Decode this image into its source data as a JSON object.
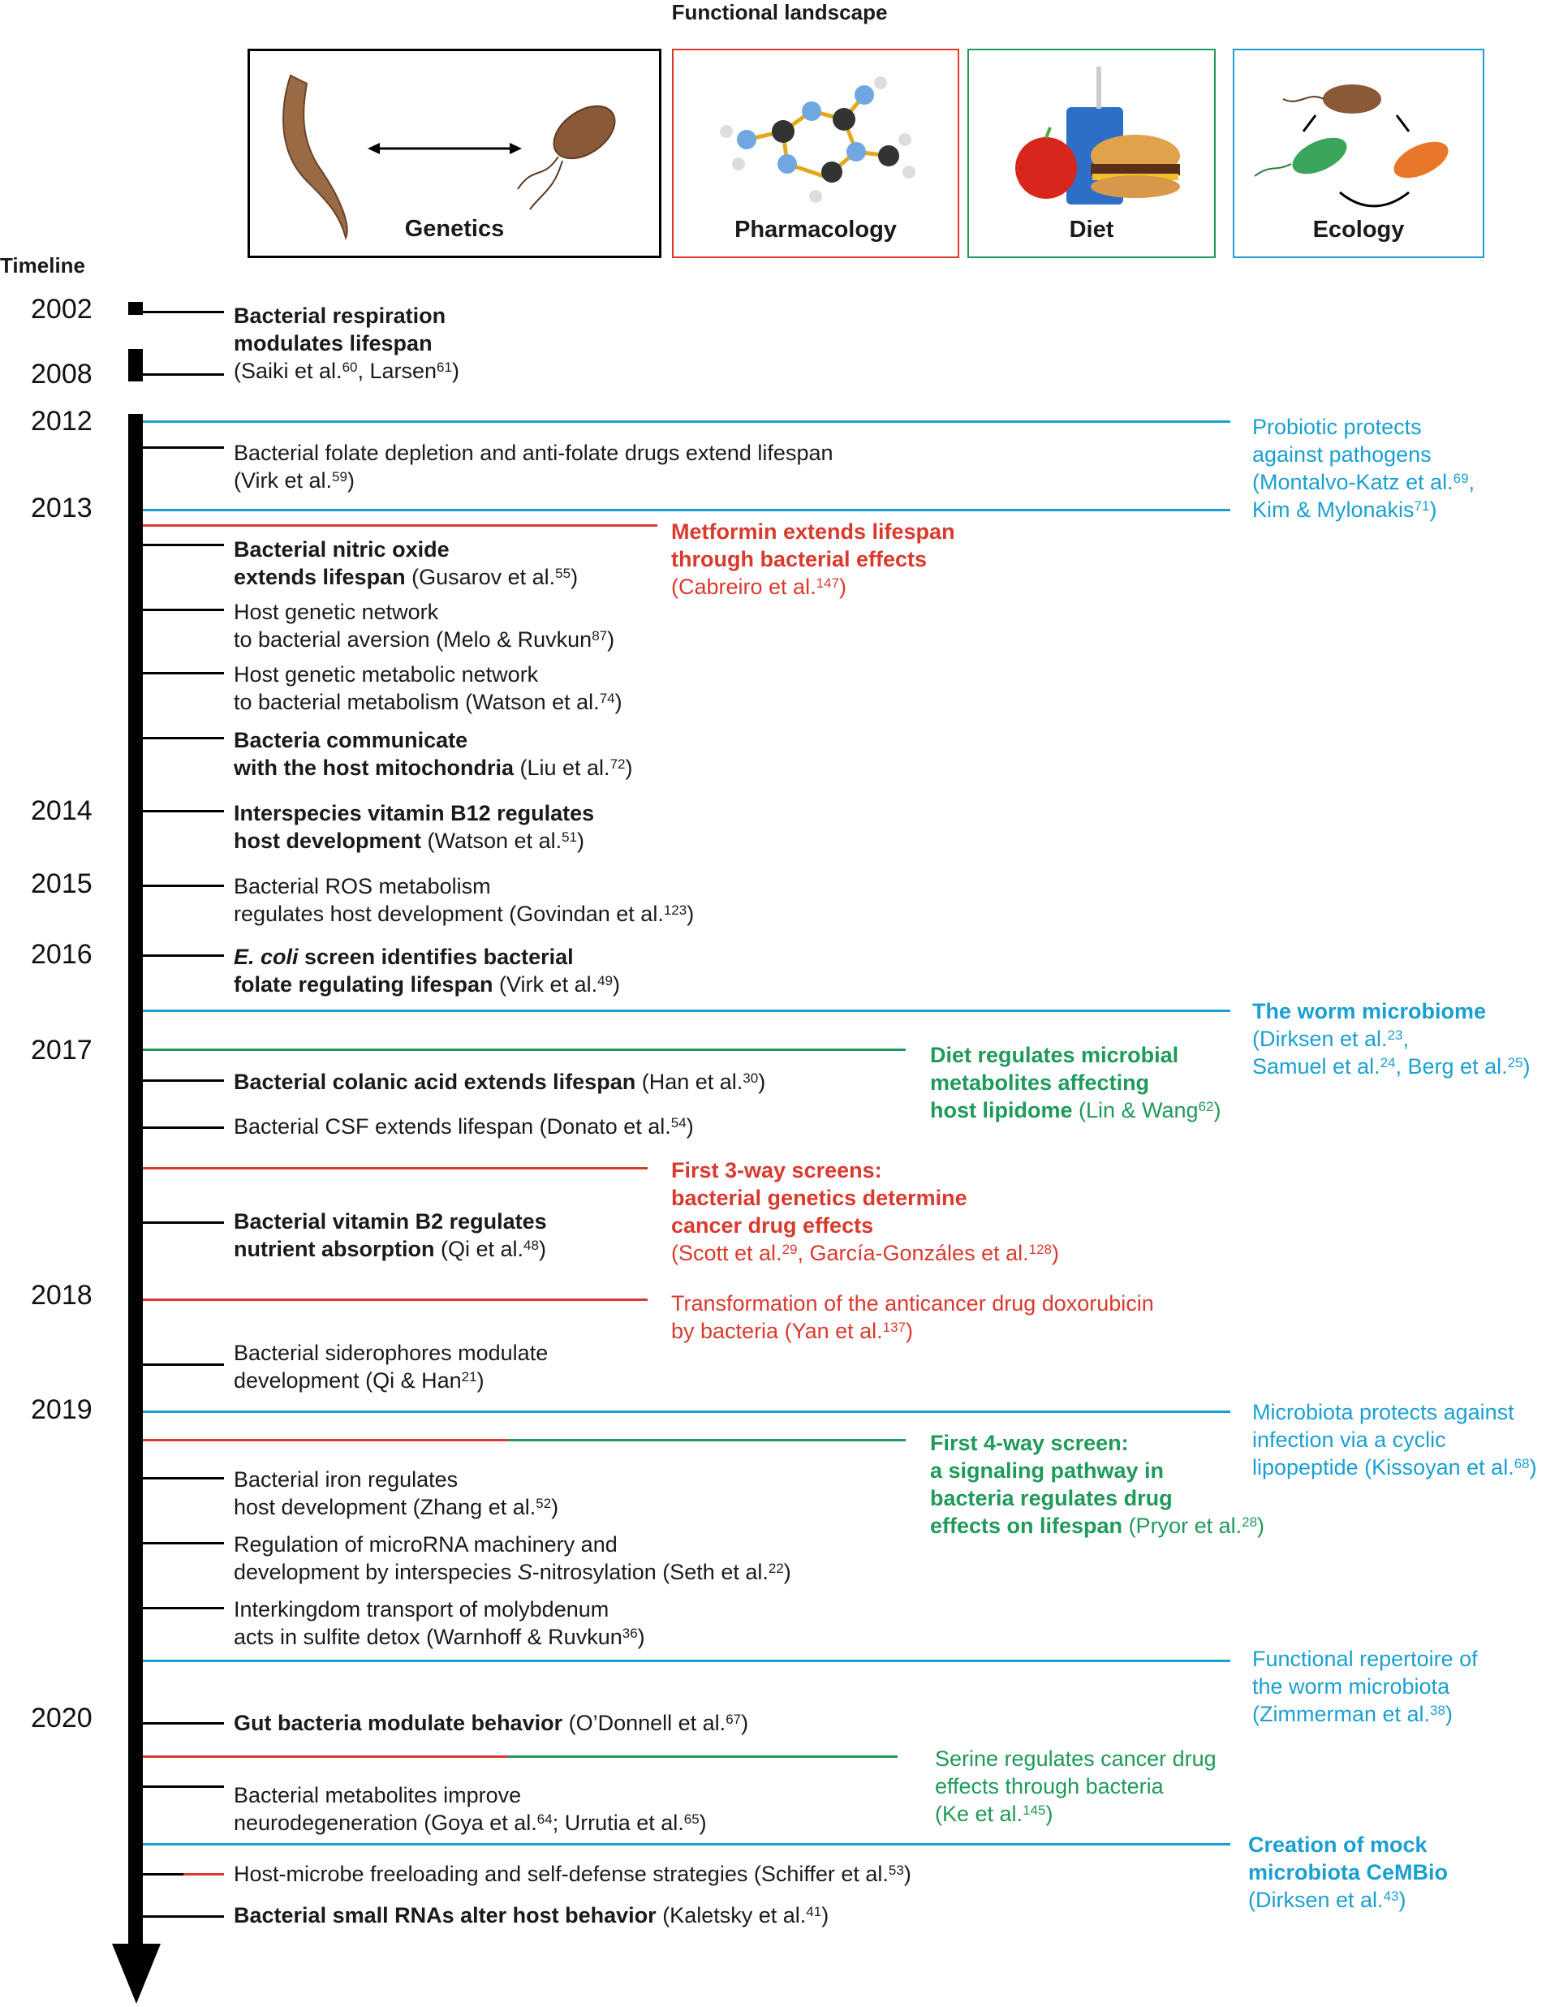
{
  "header": {
    "title": "Functional landscape",
    "timeline_label": "Timeline"
  },
  "panels": [
    {
      "label": "Genetics",
      "color": "#000000"
    },
    {
      "label": "Pharmacology",
      "color": "#d93a2e"
    },
    {
      "label": "Diet",
      "color": "#1f9a5a"
    },
    {
      "label": "Ecology",
      "color": "#1b9fd1"
    }
  ],
  "colors": {
    "genetics": "#000000",
    "pharmacology": "#d93a2e",
    "diet": "#1f9a5a",
    "ecology": "#1b9fd1"
  },
  "years": [
    "2002",
    "2008",
    "2012",
    "2013",
    "2014",
    "2015",
    "2016",
    "2017",
    "2018",
    "2019",
    "2020"
  ],
  "entries": {
    "e2002": {
      "title1": "Bacterial respiration",
      "title2": "modulates lifespan",
      "ref": "(Saiki et al.",
      "ref_sup": "60",
      "ref2": ", Larsen",
      "ref2_sup": "61",
      "ref_end": ")"
    },
    "folate": {
      "text": "Bacterial folate depletion and anti-folate drugs extend lifespan",
      "ref": "(Virk et al.",
      "ref_sup": "59",
      "ref_end": ")"
    },
    "nitric": {
      "title1": "Bacterial nitric oxide",
      "title2": "extends lifespan",
      "ref": " (Gusarov et al.",
      "ref_sup": "55",
      "ref_end": ")"
    },
    "aversion": {
      "text1": "Host genetic network",
      "text2": "to bacterial aversion (Melo & Ruvkun",
      "ref_sup": "87",
      "ref_end": ")"
    },
    "metabolic": {
      "text1": "Host genetic metabolic network",
      "text2": "to bacterial metabolism (Watson et al.",
      "ref_sup": "74",
      "ref_end": ")"
    },
    "mito": {
      "title1": "Bacteria communicate",
      "title2": "with the host mitochondria",
      "ref": " (Liu et al.",
      "ref_sup": "72",
      "ref_end": ")"
    },
    "b12": {
      "title1": "Interspecies vitamin B12 regulates",
      "title2": "host development",
      "ref": " (Watson et al.",
      "ref_sup": "51",
      "ref_end": ")"
    },
    "ros": {
      "text1": "Bacterial ROS metabolism",
      "text2": "regulates host development (Govindan et al.",
      "ref_sup": "123",
      "ref_end": ")"
    },
    "ecoli": {
      "title1_italic": "E. coli",
      "title1_rest": " screen identifies bacterial",
      "title2": "folate regulating lifespan",
      "ref": " (Virk et al.",
      "ref_sup": "49",
      "ref_end": ")"
    },
    "colanic": {
      "title": "Bacterial colanic acid extends lifespan",
      "ref": " (Han et al.",
      "ref_sup": "30",
      "ref_end": ")"
    },
    "csf": {
      "text": "Bacterial CSF extends lifespan (Donato et al.",
      "ref_sup": "54",
      "ref_end": ")"
    },
    "b2": {
      "title1": "Bacterial vitamin B2 regulates",
      "title2": "nutrient absorption",
      "ref": " (Qi et al.",
      "ref_sup": "48",
      "ref_end": ")"
    },
    "sidero": {
      "text1": "Bacterial siderophores modulate",
      "text2": "development (Qi & Han",
      "ref_sup": "21",
      "ref_end": ")"
    },
    "iron": {
      "text1": "Bacterial iron regulates",
      "text2": "host development (Zhang et al.",
      "ref_sup": "52",
      "ref_end": ")"
    },
    "microrna": {
      "text1": "Regulation of microRNA machinery and",
      "text2a": "development by interspecies ",
      "text2_italic": "S",
      "text2b": "-nitrosylation (Seth et al.",
      "ref_sup": "22",
      "ref_end": ")"
    },
    "molyb": {
      "text1": "Interkingdom transport of molybdenum",
      "text2": "acts in sulfite detox (Warnhoff & Ruvkun",
      "ref_sup": "36",
      "ref_end": ")"
    },
    "gut": {
      "title": "Gut bacteria modulate behavior",
      "ref": " (O’Donnell et al.",
      "ref_sup": "67",
      "ref_end": ")"
    },
    "neuro": {
      "text1": "Bacterial metabolites improve",
      "text2": "neurodegeneration (Goya et al.",
      "ref_sup": "64",
      "text2b": "; Urrutia et al.",
      "ref2_sup": "65",
      "ref_end": ")"
    },
    "freeload": {
      "text": "Host-microbe freeloading and self-defense strategies (Schiffer et al.",
      "ref_sup": "53",
      "ref_end": ")"
    },
    "srna": {
      "title": "Bacterial small RNAs alter host behavior",
      "ref": " (Kaletsky et al.",
      "ref_sup": "41",
      "ref_end": ")"
    }
  },
  "annotations": {
    "probiotic": {
      "l1": "Probiotic protects",
      "l2": "against pathogens",
      "l3": "(Montalvo-Katz et al.",
      "s1": "69",
      "l3b": ",",
      "l4": "Kim & Mylonakis",
      "s2": "71",
      "l4b": ")"
    },
    "metformin": {
      "l1": "Metformin extends lifespan",
      "l2": "through bacterial effects",
      "l3": "(Cabreiro et al.",
      "s1": "147",
      "l3b": ")"
    },
    "worm": {
      "l1": "The worm microbiome",
      "l2": "(Dirksen et al.",
      "s1": "23",
      "l2b": ",",
      "l3": "Samuel et al.",
      "s2": "24",
      "l3b": ", Berg et al.",
      "s3": "25",
      "l3c": ")"
    },
    "diet": {
      "l1": "Diet regulates microbial",
      "l2": "metabolites affecting",
      "l3": "host lipidome",
      "l3b": " (Lin & Wang",
      "s1": "62",
      "l3c": ")"
    },
    "threeway": {
      "l1": "First 3-way screens:",
      "l2": "bacterial genetics determine",
      "l3": "cancer drug effects",
      "l4": "(Scott et al.",
      "s1": "29",
      "l4b": ", García-Gonzáles et al.",
      "s2": "128",
      "l4c": ")"
    },
    "doxo": {
      "l1": "Transformation of the anticancer drug doxorubicin",
      "l2": "by bacteria (Yan et al.",
      "s1": "137",
      "l2b": ")"
    },
    "cyclic": {
      "l1": "Microbiota protects against",
      "l2": "infection via a cyclic",
      "l3": "lipopeptide (Kissoyan et al.",
      "s1": "68",
      "l3b": ")"
    },
    "fourway": {
      "l1": "First 4-way screen:",
      "l2": "a signaling pathway in",
      "l3": "bacteria regulates drug",
      "l4": "effects on lifespan",
      "l4b": " (Pryor et al.",
      "s1": "28",
      "l4c": ")"
    },
    "repertoire": {
      "l1": "Functional repertoire of",
      "l2": "the worm microbiota",
      "l3": "(Zimmerman et al.",
      "s1": "38",
      "l3b": ")"
    },
    "serine": {
      "l1": "Serine regulates cancer drug",
      "l2": "effects through bacteria",
      "l3": "(Ke et al.",
      "s1": "145",
      "l3b": ")"
    },
    "cembio": {
      "l1": "Creation of mock",
      "l2": "microbiota CeMBio",
      "l3": "(Dirksen et al.",
      "s1": "43",
      "l3b": ")"
    }
  }
}
